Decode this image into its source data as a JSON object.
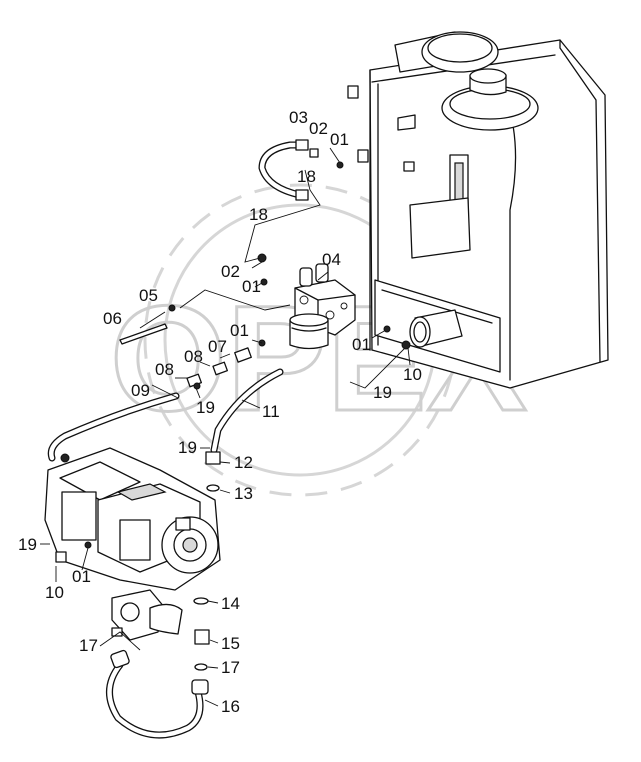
{
  "watermark": {
    "text": "OPEX"
  },
  "callouts": [
    {
      "id": "c03a",
      "text": "03"
    },
    {
      "id": "c02a",
      "text": "02"
    },
    {
      "id": "c01a",
      "text": "01"
    },
    {
      "id": "c18a",
      "text": "18"
    },
    {
      "id": "c18b",
      "text": "18"
    },
    {
      "id": "c04",
      "text": "04"
    },
    {
      "id": "c02b",
      "text": "02"
    },
    {
      "id": "c01b",
      "text": "01"
    },
    {
      "id": "c05",
      "text": "05"
    },
    {
      "id": "c06",
      "text": "06"
    },
    {
      "id": "c01c",
      "text": "01"
    },
    {
      "id": "c07",
      "text": "07"
    },
    {
      "id": "c01d",
      "text": "01"
    },
    {
      "id": "c08a",
      "text": "08"
    },
    {
      "id": "c08b",
      "text": "08"
    },
    {
      "id": "c09",
      "text": "09"
    },
    {
      "id": "c19a",
      "text": "19"
    },
    {
      "id": "c19b",
      "text": "19"
    },
    {
      "id": "c10a",
      "text": "10"
    },
    {
      "id": "c11",
      "text": "11"
    },
    {
      "id": "c19c",
      "text": "19"
    },
    {
      "id": "c12",
      "text": "12"
    },
    {
      "id": "c13",
      "text": "13"
    },
    {
      "id": "c19d",
      "text": "19"
    },
    {
      "id": "c01e",
      "text": "01"
    },
    {
      "id": "c10b",
      "text": "10"
    },
    {
      "id": "c14",
      "text": "14"
    },
    {
      "id": "c17a",
      "text": "17"
    },
    {
      "id": "c15",
      "text": "15"
    },
    {
      "id": "c17b",
      "text": "17"
    },
    {
      "id": "c16",
      "text": "16"
    }
  ]
}
